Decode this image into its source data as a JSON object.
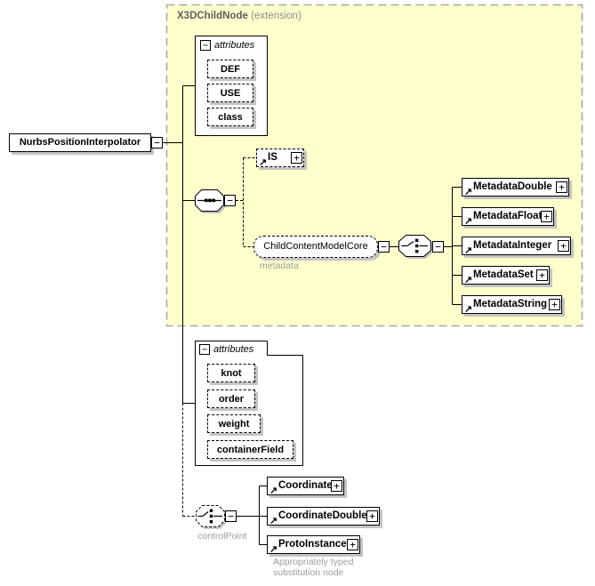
{
  "root": {
    "label": "NurbsPositionInterpolator"
  },
  "extension_region": {
    "title": "X3DChildNode",
    "subtitle": "(extension)"
  },
  "top_attributes": {
    "title": "attributes",
    "items": [
      "DEF",
      "USE",
      "class"
    ]
  },
  "is_node": {
    "label": "IS"
  },
  "child_content_model": {
    "label": "ChildContentModelCore",
    "annotation": "metadata"
  },
  "metadata_elements": [
    {
      "label": "MetadataDouble"
    },
    {
      "label": "MetadataFloat"
    },
    {
      "label": "MetadataInteger"
    },
    {
      "label": "MetadataSet"
    },
    {
      "label": "MetadataString"
    }
  ],
  "bottom_attributes": {
    "title": "attributes",
    "items": [
      "knot",
      "order",
      "weight",
      "containerField"
    ]
  },
  "control_point": {
    "annotation": "controlPoint"
  },
  "coordinate_elements": [
    {
      "label": "Coordinate"
    },
    {
      "label": "CoordinateDouble"
    },
    {
      "label": "ProtoInstance"
    }
  ],
  "proto_note": "Appropriately typed substitution node",
  "glyphs": {
    "collapse": "−",
    "expand": "+",
    "reference": "↗"
  },
  "colors": {
    "region_fill": "#ffffcc",
    "region_border": "#a8a8a8",
    "box_border": "#000000",
    "shadow": "#c4c4c4",
    "annotation_text": "#9c9c9c"
  }
}
